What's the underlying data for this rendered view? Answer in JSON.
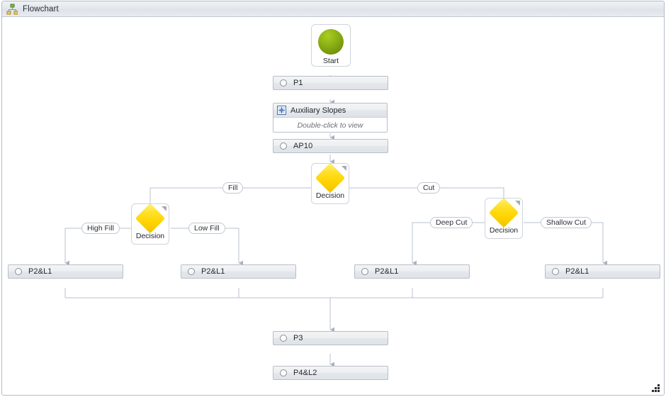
{
  "window": {
    "title": "Flowchart",
    "icon": "flowchart-hierarchy-icon",
    "resize_grip": "resize-grip-icon"
  },
  "colors": {
    "start_node_green_light": "#a9ce24",
    "start_node_green_dark": "#62810a",
    "decision_yellow_light": "#fff27a",
    "decision_yellow_dark": "#f2c200",
    "connector_line": "#b9c2cf",
    "node_border": "#b9bec6",
    "node_fill_top": "#f3f4f6",
    "node_fill_bottom": "#dfe2e7",
    "titlebar_bg": "#e4e8ee",
    "text": "#23272e",
    "hint_text": "#6a6f77"
  },
  "nodes": {
    "start": {
      "label": "Start",
      "type": "start",
      "icon": "green-sphere-icon"
    },
    "p1": {
      "label": "P1",
      "type": "process",
      "icon": "circle-ring-icon"
    },
    "auxiliary_slopes": {
      "title": "Auxiliary Slopes",
      "hint": "Double-click to view",
      "type": "subprocess",
      "icon": "subprocess-grid-icon"
    },
    "ap10": {
      "label": "AP10",
      "type": "process",
      "icon": "circle-ring-icon"
    },
    "decision_main": {
      "label": "Decision",
      "type": "decision",
      "icon": "yellow-diamond-icon"
    },
    "decision_fill": {
      "label": "Decision",
      "type": "decision",
      "icon": "yellow-diamond-icon"
    },
    "decision_cut": {
      "label": "Decision",
      "type": "decision",
      "icon": "yellow-diamond-icon"
    },
    "p2l1_high_fill": {
      "label": "P2&L1",
      "type": "process",
      "icon": "circle-ring-icon"
    },
    "p2l1_low_fill": {
      "label": "P2&L1",
      "type": "process",
      "icon": "circle-ring-icon"
    },
    "p2l1_deep_cut": {
      "label": "P2&L1",
      "type": "process",
      "icon": "circle-ring-icon"
    },
    "p2l1_shallow_cut": {
      "label": "P2&L1",
      "type": "process",
      "icon": "circle-ring-icon"
    },
    "p3": {
      "label": "P3",
      "type": "process",
      "icon": "circle-ring-icon"
    },
    "p4l2": {
      "label": "P4&L2",
      "type": "process",
      "icon": "circle-ring-icon"
    }
  },
  "edge_labels": {
    "fill": "Fill",
    "cut": "Cut",
    "high_fill": "High Fill",
    "low_fill": "Low Fill",
    "deep_cut": "Deep Cut",
    "shallow_cut": "Shallow Cut"
  }
}
